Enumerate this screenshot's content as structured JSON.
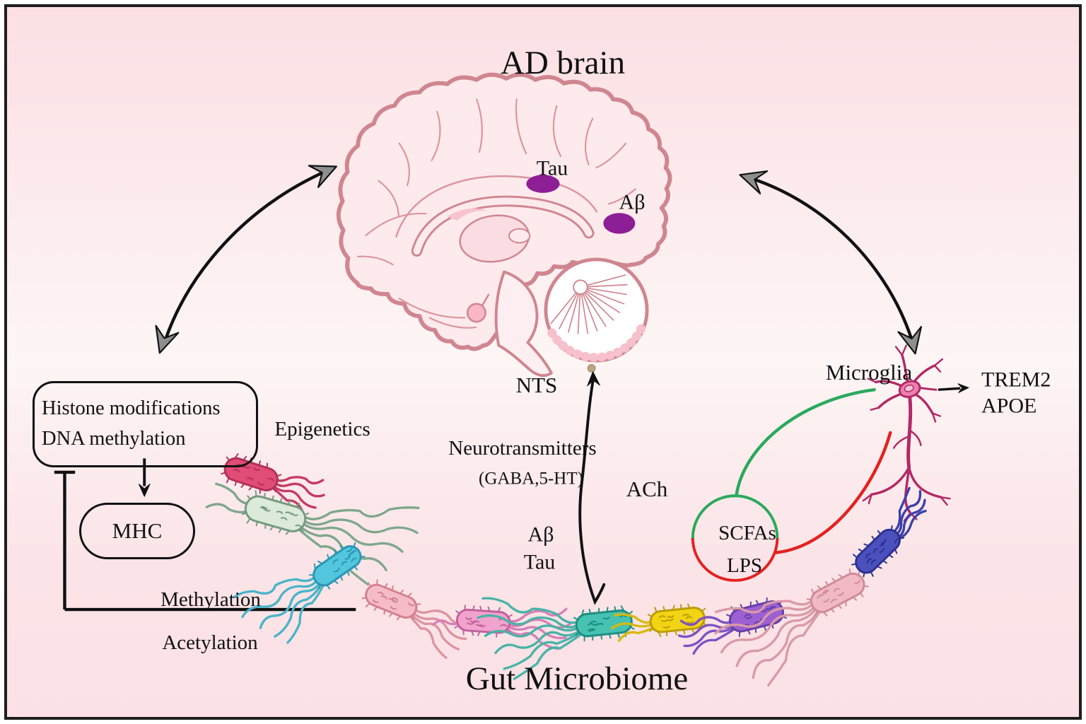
{
  "figure": {
    "type": "biomedical pathway diagram",
    "topic": "Gut microbiome - AD brain axis"
  },
  "labels": {
    "ad_brain": "AD brain",
    "tau_brain": "Tau",
    "abeta_brain": "Aβ",
    "nts": "NTS",
    "neurotransmitters": "Neurotransmitters",
    "neurotransmitters_detail": "(GABA,5-HT)",
    "ach": "ACh",
    "abeta_mid": "Aβ",
    "tau_mid": "Tau",
    "histone_line1": "Histone modifications",
    "histone_line2": "DNA methylation",
    "epigenetics": "Epigenetics",
    "mhc": "MHC",
    "methylation": "Methylation",
    "acetylation": "Acetylation",
    "microglia": "Microglia",
    "trem2": "TREM2",
    "apoe": "APOE",
    "scfas": "SCFAs",
    "lps": "LPS",
    "gut_microbiome": "Gut Microbiome"
  },
  "colors": {
    "frame_border": "#1e1e1e",
    "background_pink": "#fbe1e5",
    "brain_outline": "#cf8690",
    "brain_fill": "#fdeaec",
    "brain_inner_line": "#db95a0",
    "lesion_purple": "#8d1e96",
    "arrow_black": "#111111",
    "arrowhead_gray": "#8e8e8e",
    "scfa_green": "#2aa95c",
    "lps_red": "#e32221",
    "microglia_stroke": "#b32866",
    "microglia_fill": "#ec7fae",
    "nts_dot": "#bca684",
    "cerebellum_rim": "#f6c0cc",
    "pituitary": "#f8b7c6"
  },
  "illustrations": [
    {
      "name": "brain-illustration"
    },
    {
      "name": "microglia-cell"
    },
    {
      "name": "scfa-lps-circle"
    }
  ],
  "bacteria": [
    {
      "name": "bacterium-crimson",
      "fill": "#e14d76",
      "stroke": "#b13058",
      "flagella": "#c53a64"
    },
    {
      "name": "bacterium-sage",
      "fill": "#dcead9",
      "stroke": "#739a80",
      "flagella": "#7ea78c"
    },
    {
      "name": "bacterium-cyan",
      "fill": "#52c6dc",
      "stroke": "#2b97b4",
      "flagella": "#49b4c9"
    },
    {
      "name": "bacterium-lightpink",
      "fill": "#f5bcc8",
      "stroke": "#d4808f",
      "flagella": "#dd93a2"
    },
    {
      "name": "bacterium-orchid",
      "fill": "#f2a3cd",
      "stroke": "#c0619e",
      "flagella": "#d77fb6"
    },
    {
      "name": "bacterium-teal",
      "fill": "#45c2b2",
      "stroke": "#1f8d82",
      "flagella": "#49b3a7"
    },
    {
      "name": "bacterium-yellow",
      "fill": "#f2d414",
      "stroke": "#bb9c07",
      "flagella": "#d8b90e"
    },
    {
      "name": "bacterium-purple",
      "fill": "#9c60d2",
      "stroke": "#6440a5",
      "flagella": "#7b51c4"
    },
    {
      "name": "bacterium-pink",
      "fill": "#f0b9c4",
      "stroke": "#cf8b98",
      "flagella": "#d99aa7"
    },
    {
      "name": "bacterium-indigo",
      "fill": "#4b50bd",
      "stroke": "#2c3090",
      "flagella": "#3c40a8"
    }
  ]
}
